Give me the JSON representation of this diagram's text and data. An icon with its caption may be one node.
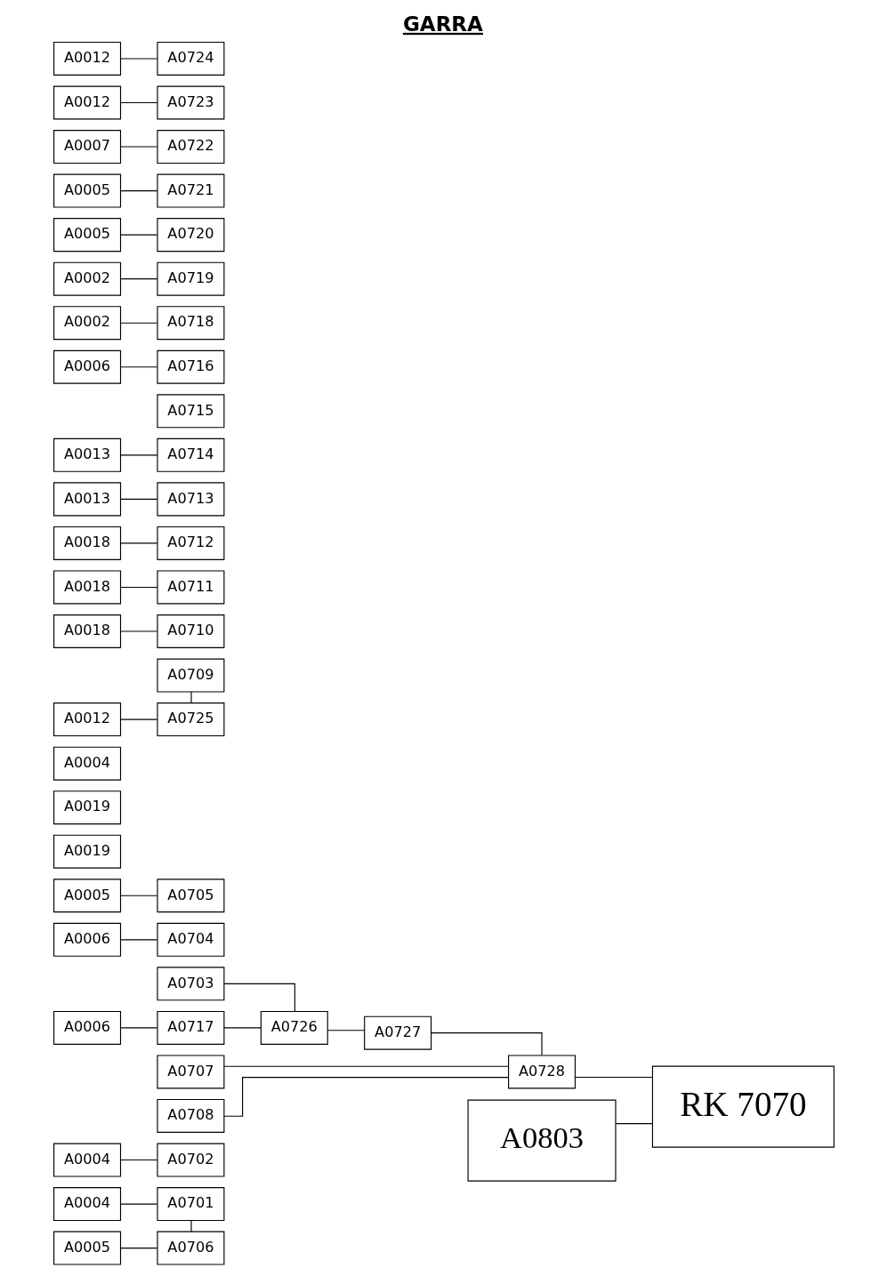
{
  "diagram": {
    "title": "GARRA",
    "nodes": [
      {
        "text": [
          "A0004"
        ]
      },
      {
        "text": [
          "A0701"
        ]
      },
      {
        "text": [
          "A0004"
        ]
      },
      {
        "text": [
          "A0702"
        ]
      },
      {
        "text": [
          "A0703"
        ]
      },
      {
        "text": [
          "A0006"
        ]
      },
      {
        "text": [
          "A0704"
        ]
      },
      {
        "text": [
          "A0005"
        ]
      },
      {
        "text": [
          "A0705"
        ]
      },
      {
        "text": [
          "A0005"
        ]
      },
      {
        "text": [
          "A0706"
        ]
      },
      {
        "text": [
          "A0019"
        ]
      },
      {
        "text": [
          "A0707"
        ]
      },
      {
        "text": [
          "A0019"
        ]
      },
      {
        "text": [
          "A0708"
        ]
      },
      {
        "text": [
          "A0004"
        ]
      },
      {
        "text": [
          "A0709"
        ]
      },
      {
        "text": [
          "A0018"
        ]
      },
      {
        "text": [
          "A0710"
        ]
      },
      {
        "text": [
          "A0018"
        ]
      },
      {
        "text": [
          "A0711"
        ]
      },
      {
        "text": [
          "A0018"
        ]
      },
      {
        "text": [
          "A0712"
        ]
      },
      {
        "text": [
          "A0013"
        ]
      },
      {
        "text": [
          "A0713"
        ]
      },
      {
        "text": [
          "A0013"
        ]
      },
      {
        "text": [
          "A0714"
        ]
      },
      {
        "text": [
          "A0715"
        ]
      },
      {
        "text": [
          "A0006"
        ]
      },
      {
        "text": [
          "A0716"
        ]
      },
      {
        "text": [
          "A0006"
        ]
      },
      {
        "text": [
          "A0717"
        ]
      },
      {
        "text": [
          "A0002"
        ]
      },
      {
        "text": [
          "A0718"
        ]
      },
      {
        "text": [
          "A0002"
        ]
      },
      {
        "text": [
          "A0719"
        ]
      },
      {
        "text": [
          "A0005"
        ]
      },
      {
        "text": [
          "A0720"
        ]
      },
      {
        "text": [
          "A0005"
        ]
      },
      {
        "text": [
          "A0721"
        ]
      },
      {
        "text": [
          "A0007"
        ]
      },
      {
        "text": [
          "A0722"
        ]
      },
      {
        "text": [
          "A0012"
        ]
      },
      {
        "text": [
          "A0723"
        ]
      },
      {
        "text": [
          "A0012"
        ]
      },
      {
        "text": [
          "A0724"
        ]
      },
      {
        "text": [
          "A0012"
        ]
      },
      {
        "text": [
          "A0725"
        ]
      },
      {
        "text": [
          "A0726"
        ]
      },
      {
        "text": [
          "A0727"
        ]
      },
      {
        "text": [
          "A0728"
        ]
      },
      {
        "text": [
          "RK 7070"
        ]
      },
      {
        "text": [
          "A0803"
        ]
      }
    ],
    "edges": [
      {
        "from": 0,
        "to": 1,
        "arrow": "none"
      },
      {
        "from": 2,
        "to": 3,
        "arrow": "none"
      },
      {
        "from": 5,
        "to": 6,
        "arrow": "none"
      },
      {
        "from": 7,
        "to": 8,
        "arrow": "none"
      },
      {
        "from": 9,
        "to": 10,
        "arrow": "none"
      },
      {
        "from": 17,
        "to": 18,
        "arrow": "none"
      },
      {
        "from": 19,
        "to": 20,
        "arrow": "none"
      },
      {
        "from": 21,
        "to": 22,
        "arrow": "none"
      },
      {
        "from": 23,
        "to": 24,
        "arrow": "none"
      },
      {
        "from": 25,
        "to": 26,
        "arrow": "none"
      },
      {
        "from": 28,
        "to": 29,
        "arrow": "none"
      },
      {
        "from": 30,
        "to": 31,
        "arrow": "none"
      },
      {
        "from": 32,
        "to": 33,
        "arrow": "none"
      },
      {
        "from": 34,
        "to": 35,
        "arrow": "none"
      },
      {
        "from": 36,
        "to": 37,
        "arrow": "none"
      },
      {
        "from": 38,
        "to": 39,
        "arrow": "none"
      },
      {
        "from": 40,
        "to": 41,
        "arrow": "none"
      },
      {
        "from": 42,
        "to": 43,
        "arrow": "none"
      },
      {
        "from": 44,
        "to": 45,
        "arrow": "none"
      },
      {
        "from": 46,
        "to": 47,
        "arrow": "none"
      },
      {
        "from": 1,
        "to": 10,
        "arrow": "none"
      },
      {
        "from": 16,
        "to": 47,
        "arrow": "none"
      },
      {
        "from": 4,
        "to": 48,
        "arrow": "none"
      },
      {
        "from": 31,
        "to": 48,
        "arrow": "none"
      },
      {
        "from": 48,
        "to": 49,
        "arrow": "none"
      },
      {
        "from": 49,
        "to": 50,
        "arrow": "none"
      },
      {
        "from": 12,
        "to": 50,
        "arrow": "none"
      },
      {
        "from": 14,
        "to": 50,
        "arrow": "none"
      },
      {
        "from": 50,
        "to": 51,
        "arrow": "none"
      },
      {
        "from": 52,
        "to": 51,
        "arrow": "none"
      }
    ]
  }
}
